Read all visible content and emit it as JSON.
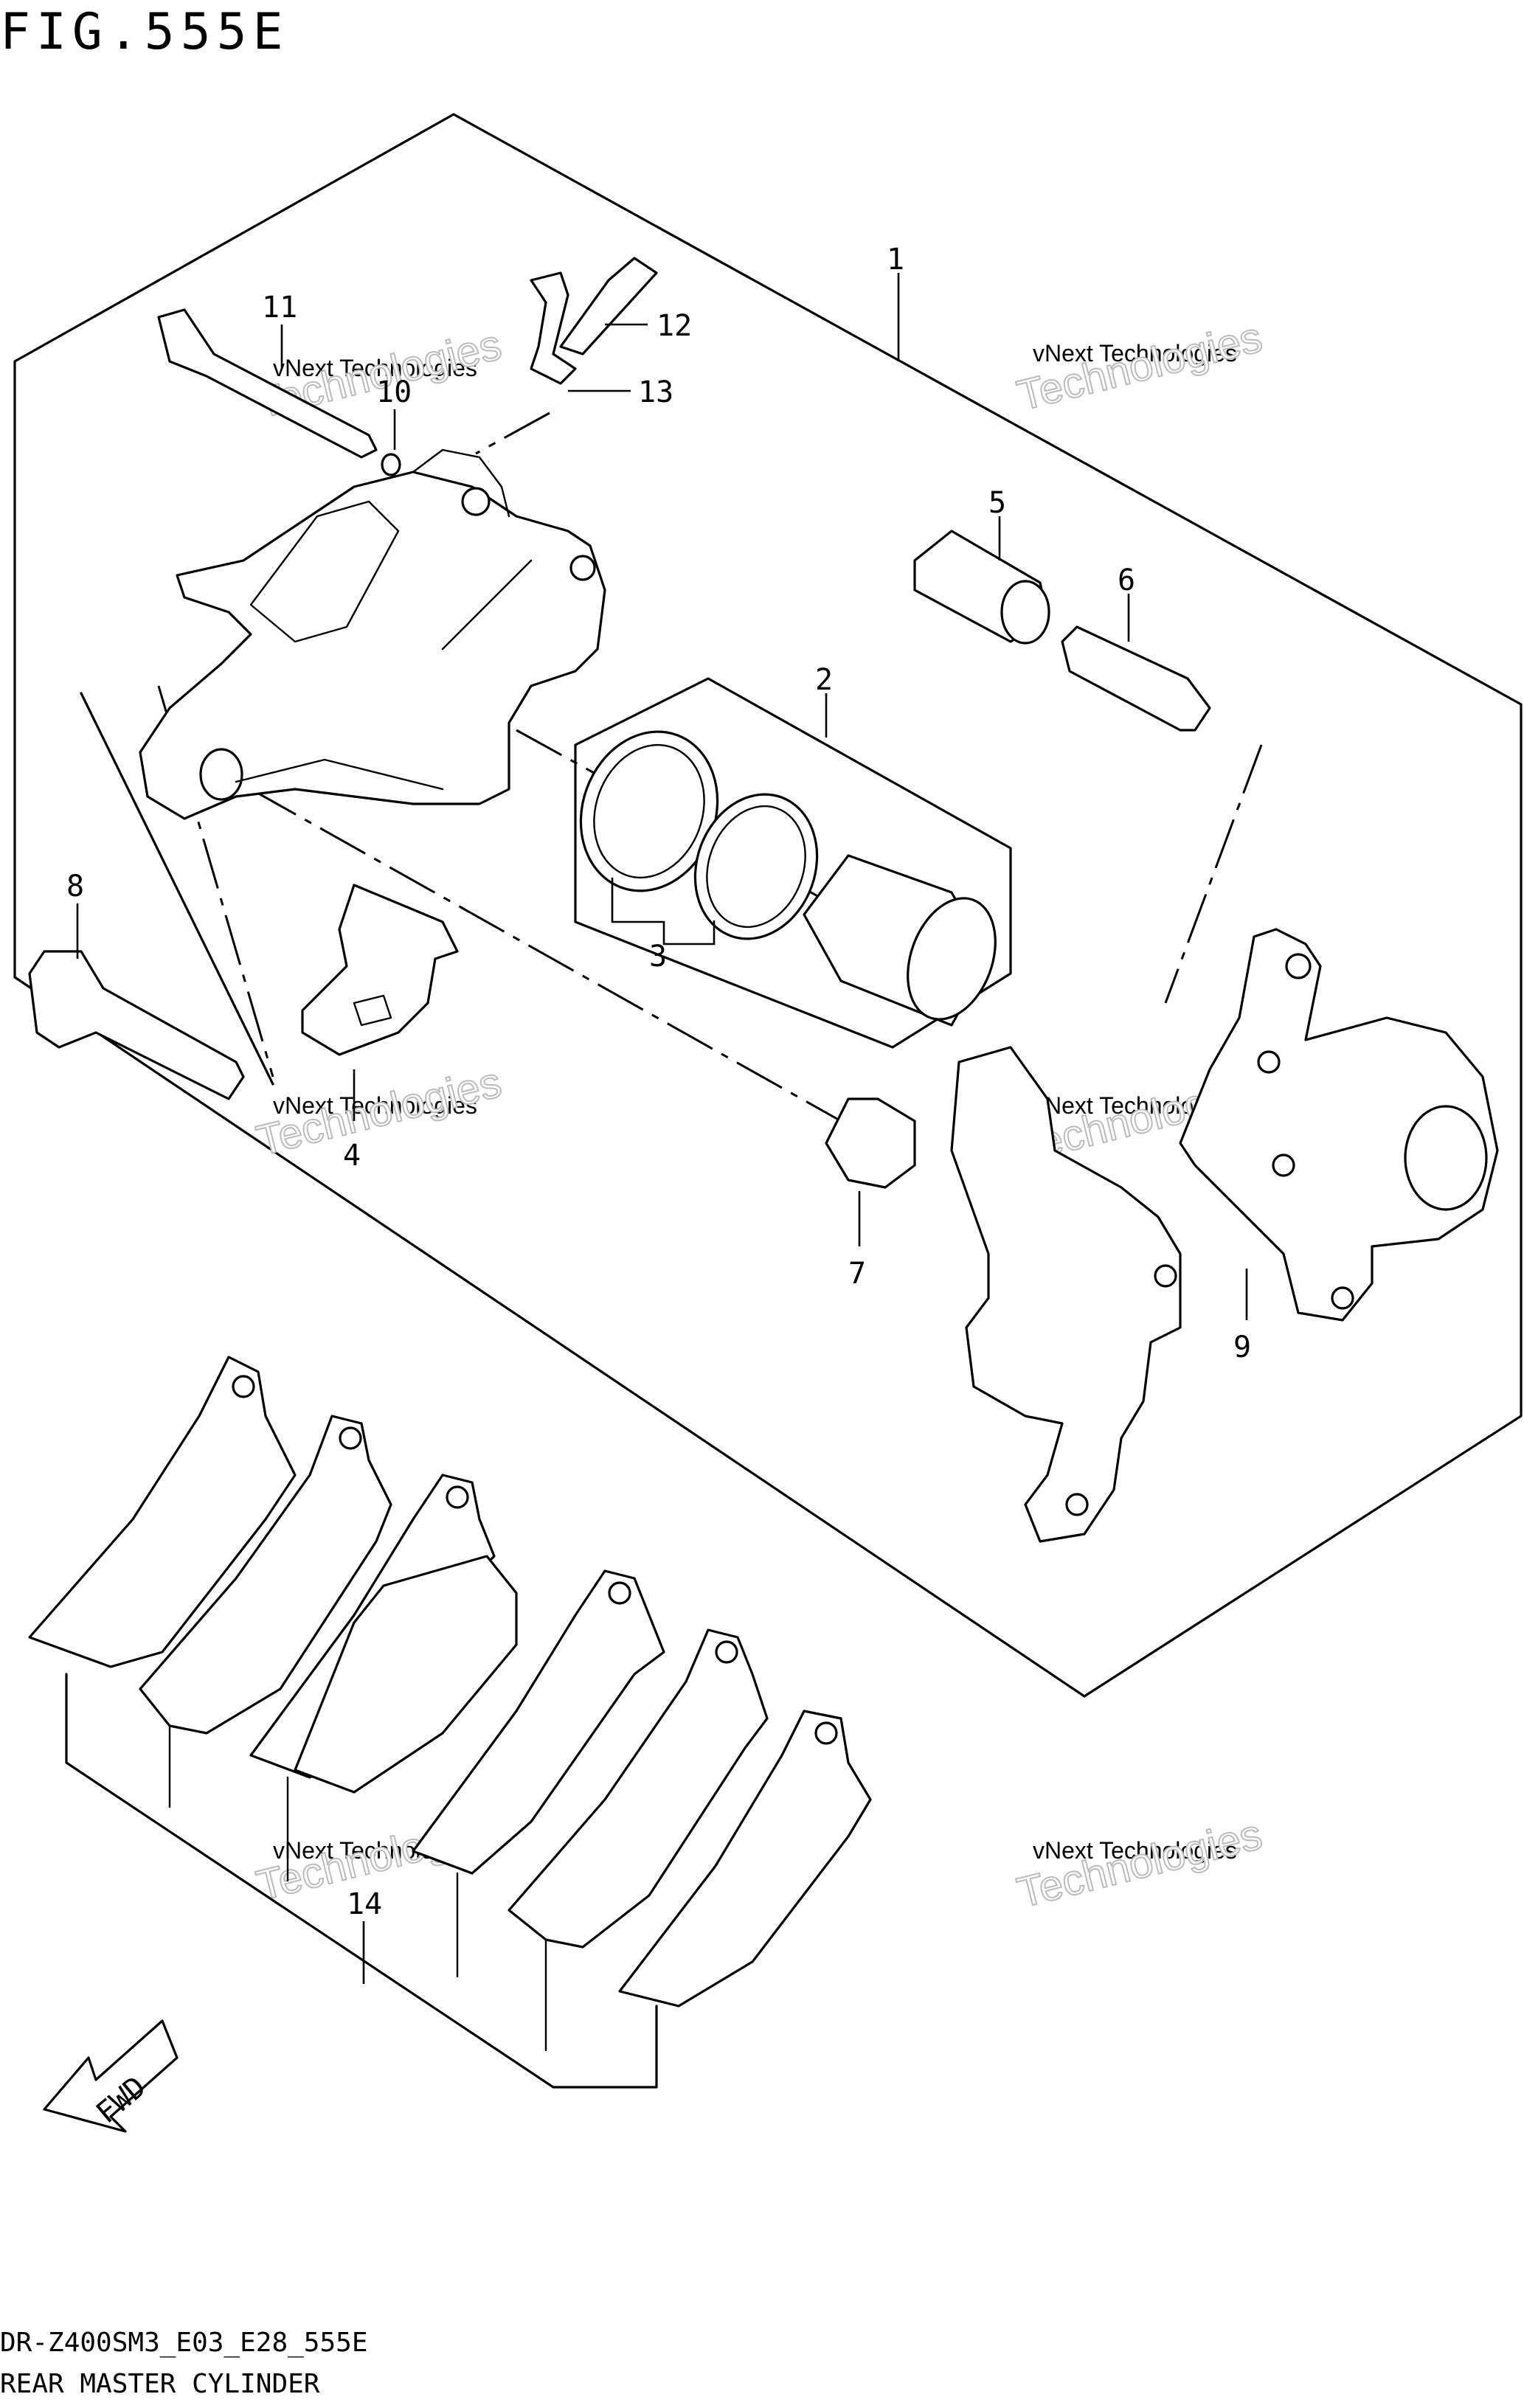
{
  "figure": {
    "title": "FIG.555E",
    "model_code": "DR-Z400SM3_E03_E28_555E",
    "caption": "REAR MASTER CYLINDER"
  },
  "watermark": {
    "line1": "vNext Technologies",
    "line2": "Technologies"
  },
  "fwd_label": "FWD",
  "callouts": [
    "1",
    "2",
    "3",
    "4",
    "5",
    "6",
    "7",
    "8",
    "9",
    "10",
    "11",
    "12",
    "13",
    "14"
  ]
}
